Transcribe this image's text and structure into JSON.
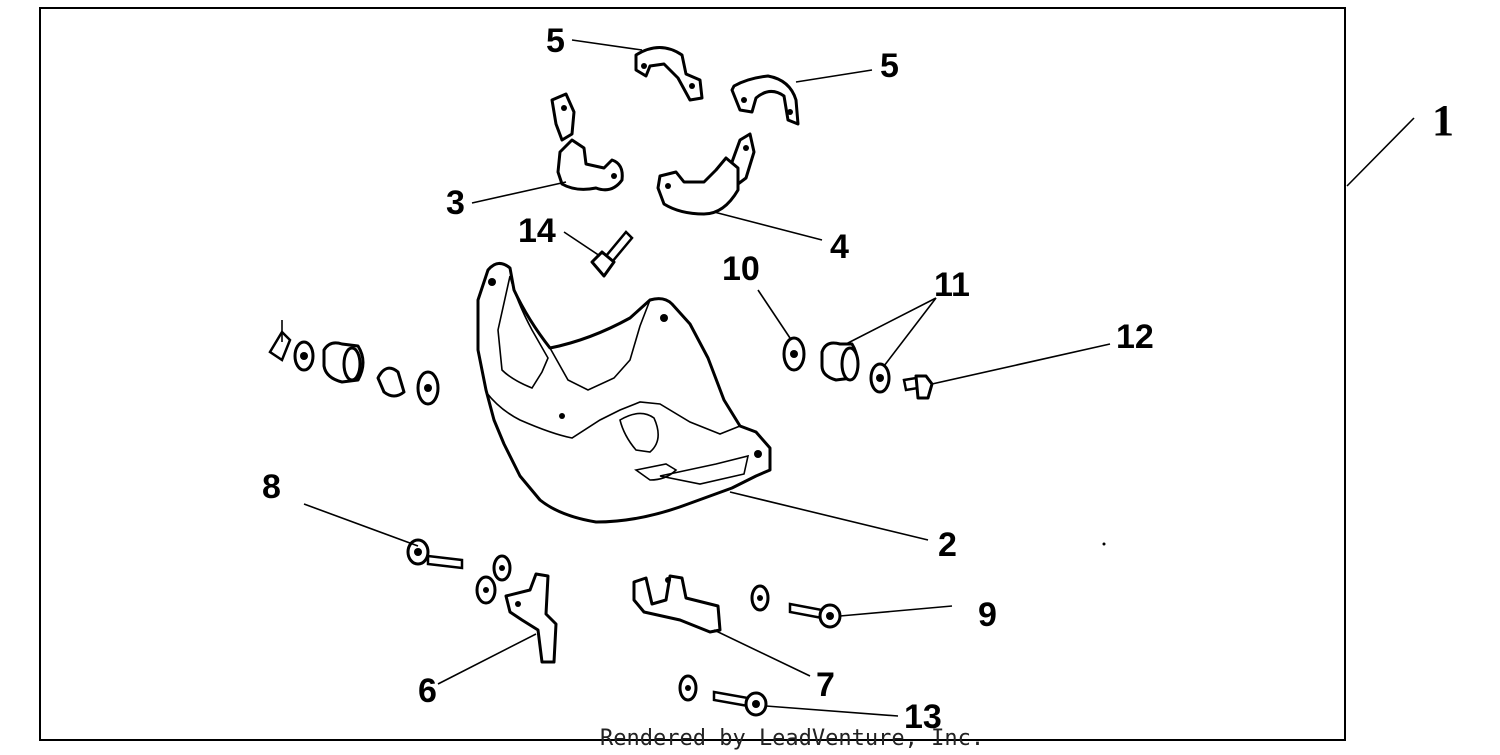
{
  "diagram": {
    "assembly_label": "1",
    "footer_credit": "Rendered by LeadVenture, Inc.",
    "callouts": [
      {
        "id": "5a",
        "text": "5"
      },
      {
        "id": "5b",
        "text": "5"
      },
      {
        "id": "3",
        "text": "3"
      },
      {
        "id": "4",
        "text": "4"
      },
      {
        "id": "14",
        "text": "14"
      },
      {
        "id": "10",
        "text": "10"
      },
      {
        "id": "11",
        "text": "11"
      },
      {
        "id": "12",
        "text": "12"
      },
      {
        "id": "8",
        "text": "8"
      },
      {
        "id": "2",
        "text": "2"
      },
      {
        "id": "9",
        "text": "9"
      },
      {
        "id": "6",
        "text": "6"
      },
      {
        "id": "7",
        "text": "7"
      },
      {
        "id": "13",
        "text": "13"
      }
    ]
  }
}
